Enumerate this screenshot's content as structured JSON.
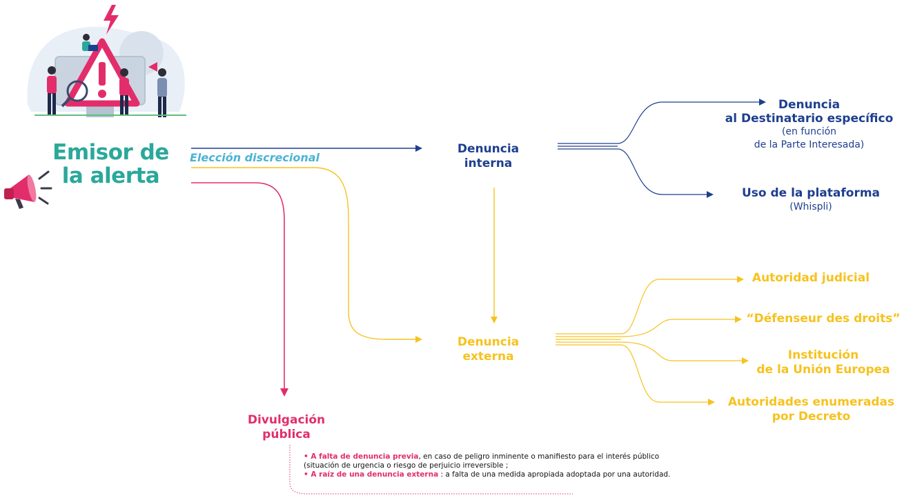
{
  "emitter": {
    "line1": "Emisor de",
    "line2": "la alerta"
  },
  "choice_label": "Elección discrecional",
  "internal": {
    "line1": "Denuncia",
    "line2": "interna"
  },
  "external": {
    "line1": "Denuncia",
    "line2": "externa"
  },
  "public": {
    "line1": "Divulgación",
    "line2": "pública"
  },
  "internal_targets": {
    "recipient": {
      "line1": "Denuncia",
      "line2": "al Destinatario específico",
      "sub1": "(en función",
      "sub2": "de la Parte Interesada)"
    },
    "platform": {
      "line1": "Uso de la plataforma",
      "sub": "(Whispli)"
    }
  },
  "external_targets": {
    "judicial": "Autoridad judicial",
    "defender": "“Défenseur des droits”",
    "eu": {
      "line1": "Institución",
      "line2": "de la Unión Europea"
    },
    "decree": {
      "line1": "Autoridades enumeradas",
      "line2": "por Decreto"
    }
  },
  "public_note": {
    "bullet1_hl": "• A falta de denuncia previa",
    "bullet1_text": ", en caso de peligro inminente o manifiesto para el interés público",
    "bullet1_cont": "(situación de urgencia o riesgo de perjuicio irreversible ;",
    "bullet2_hl": "• A raíz de una denuncia externa",
    "bullet2_text": " : a falta de una medida apropiada adoptada por una autoridad."
  },
  "colors": {
    "blue": "#1e3f8f",
    "yellow": "#f6c21e",
    "pink": "#e32d6b",
    "teal": "#2aa89a",
    "light_blue": "#4db3d6"
  }
}
